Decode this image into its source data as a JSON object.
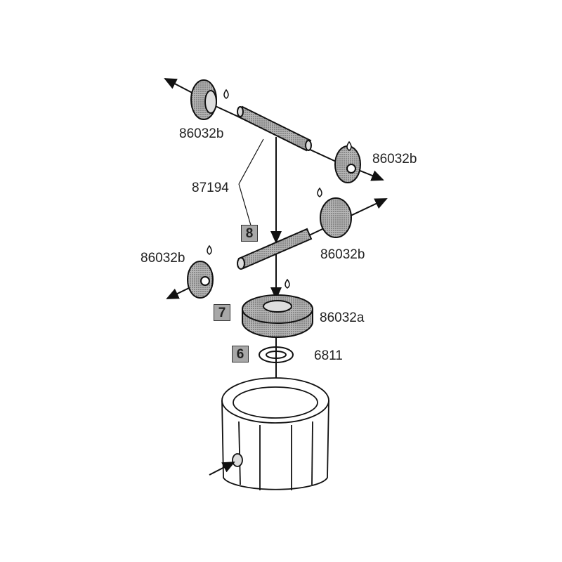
{
  "parts": {
    "side_gear_top_left": "86032b",
    "side_gear_top_right": "86032b",
    "side_gear_mid_right": "86032b",
    "side_gear_mid_left": "86032b",
    "shaft": "87194",
    "ring_gear": "86032a",
    "o_ring": "6811"
  },
  "steps": {
    "step_8": "8",
    "step_7": "7",
    "step_6": "6"
  },
  "colors": {
    "ink": "#222222",
    "fill": "#9a9a9a",
    "step_box": "#a8a8a8"
  }
}
